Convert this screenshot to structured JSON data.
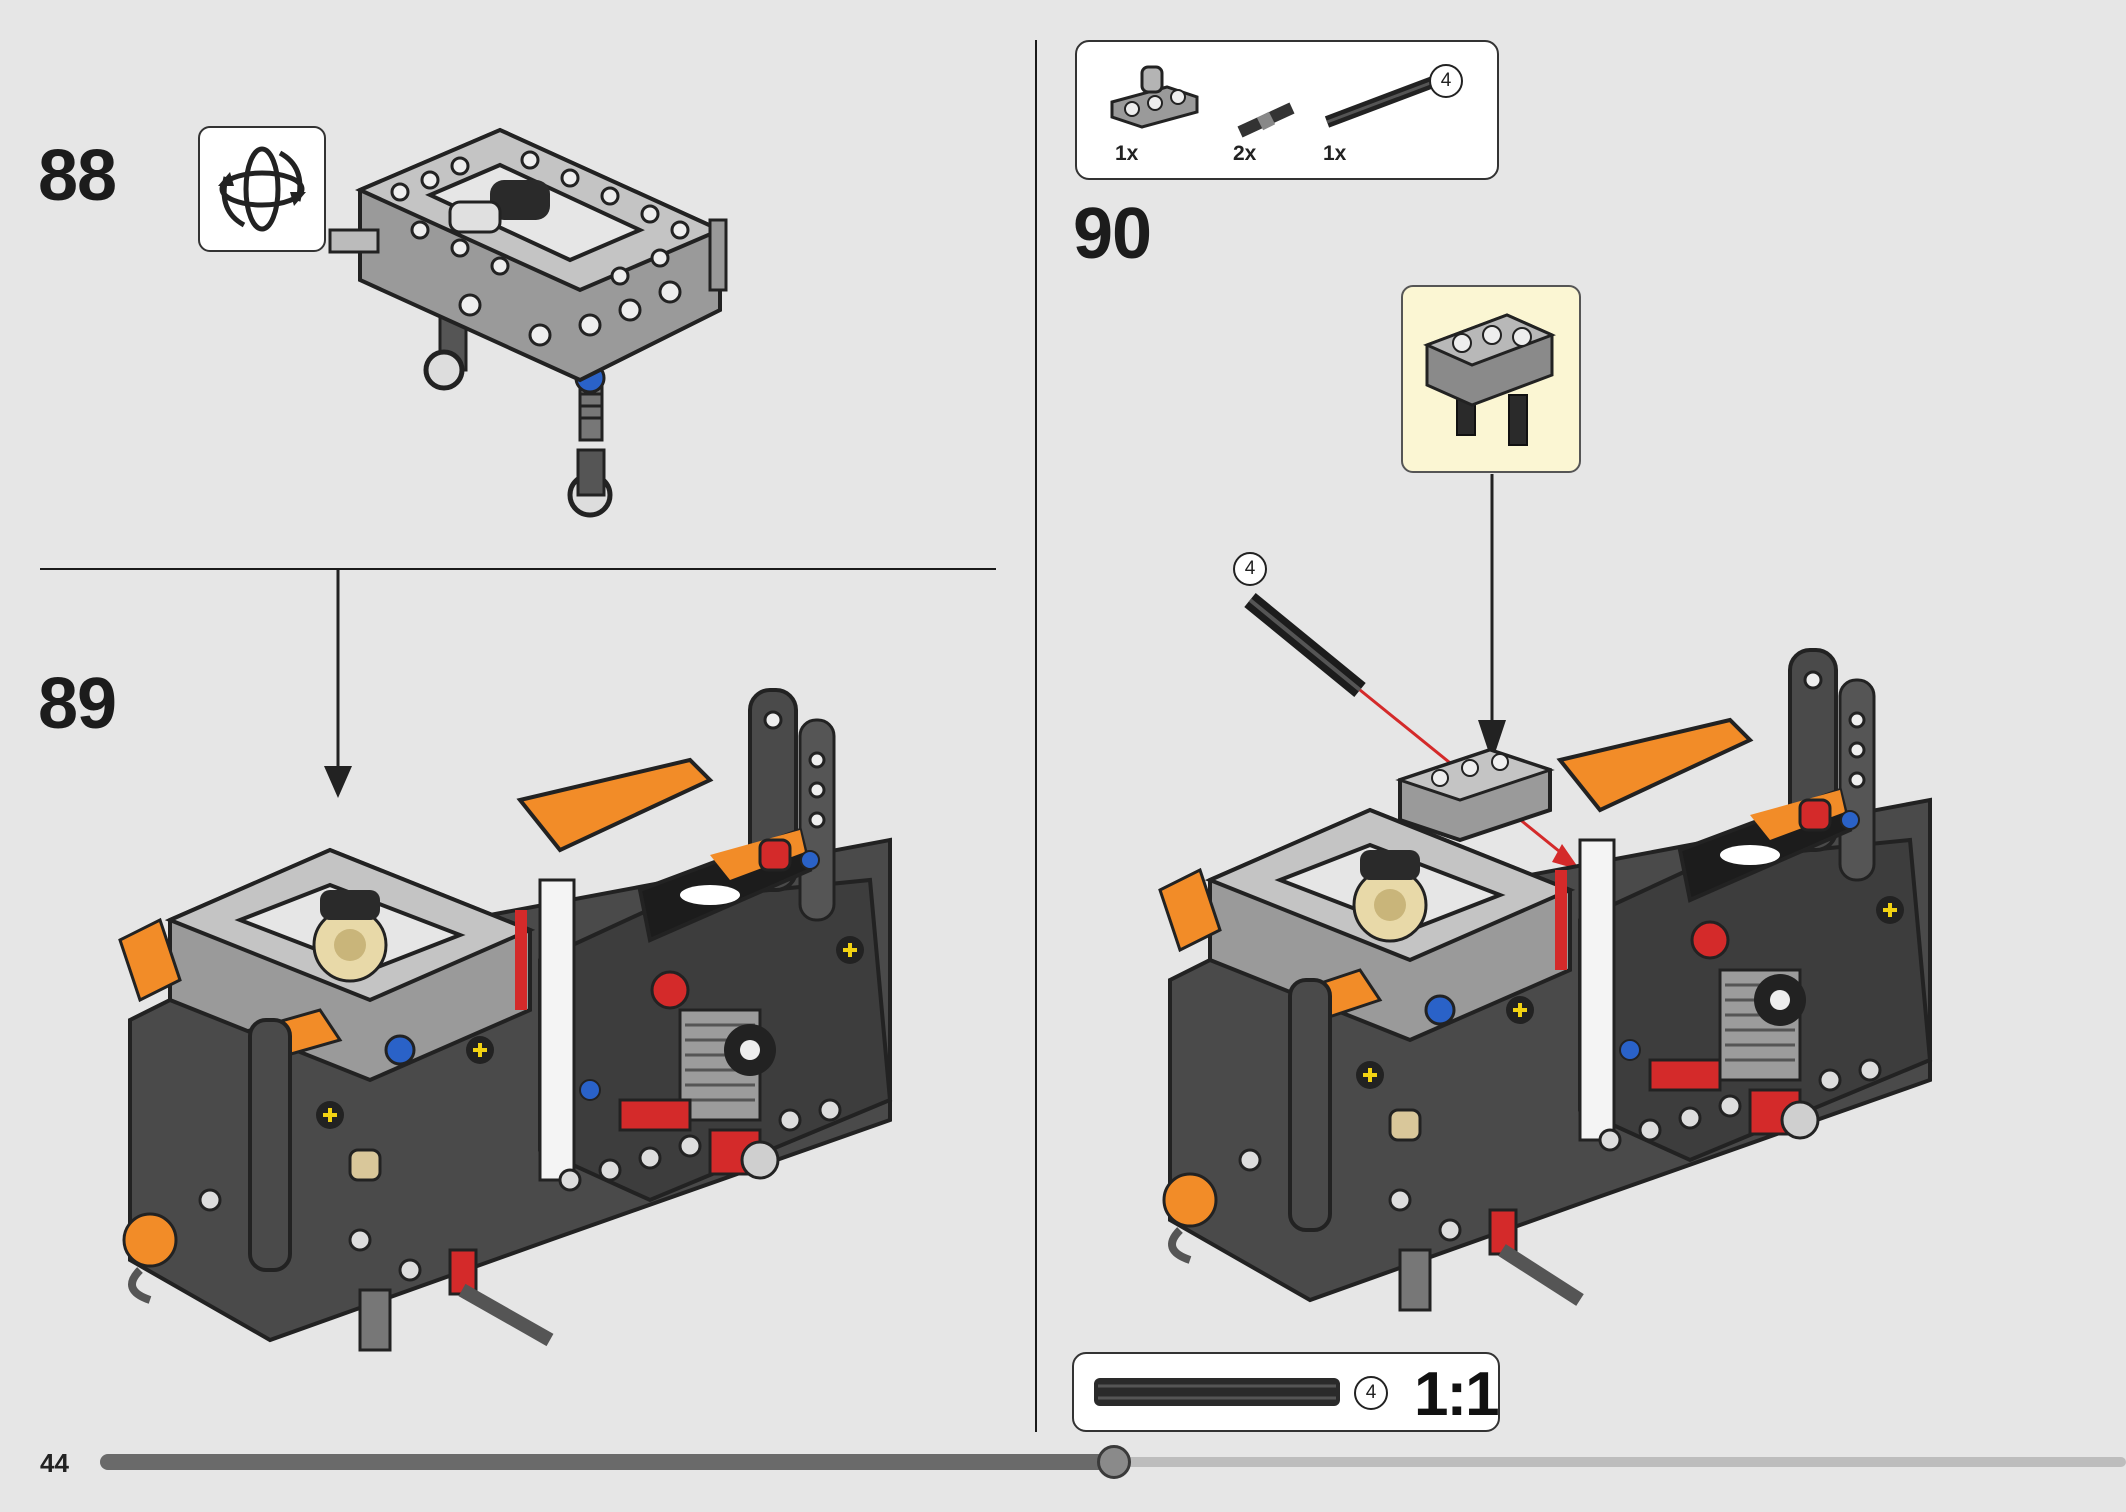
{
  "page": {
    "number": "44",
    "progress": 0.55
  },
  "steps": [
    {
      "id": "88",
      "label": "88"
    },
    {
      "id": "89",
      "label": "89"
    },
    {
      "id": "90",
      "label": "90"
    }
  ],
  "parts_list": {
    "items": [
      {
        "name": "axle-connector-triple",
        "qty": "1x"
      },
      {
        "name": "axle-pin",
        "qty": "2x"
      },
      {
        "name": "axle-black",
        "qty": "1x",
        "length": "4"
      }
    ]
  },
  "callouts": {
    "axle_length": "4",
    "scale_length": "4",
    "scale_ratio": "1:1"
  },
  "icons": {
    "rotate": "rotate-model-icon"
  },
  "colors": {
    "background": "#e6e6e6",
    "orange": "#f28c28",
    "red": "#d42a2a",
    "blue": "#2a62c8",
    "yellow": "#f3d312",
    "dark_gray": "#4a4a4a",
    "light_gray": "#a8a8a8",
    "callout_bg": "#fbf6d3"
  }
}
